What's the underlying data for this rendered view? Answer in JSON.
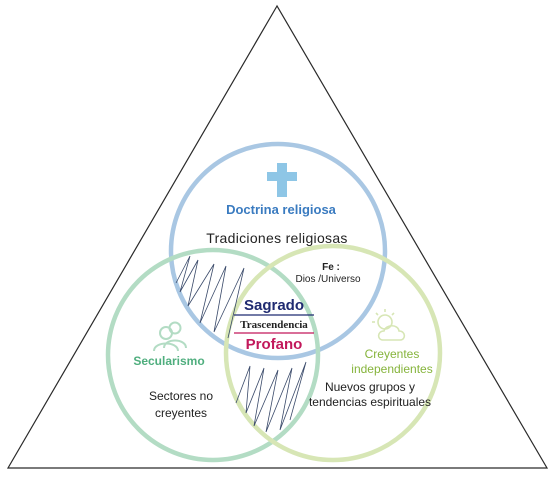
{
  "colors": {
    "triangle": "#2a2a2a",
    "religion_circle": "#a9c7e3",
    "secular_circle": "#b3dcc4",
    "believers_circle": "#d7e6b5",
    "religion_text": "#3a7bc0",
    "secular_text": "#4fae7e",
    "believers_text": "#86b43c",
    "sagrado": "#1f2a70",
    "profano": "#c2185b",
    "cross": "#8ec6e6",
    "zigzag": "#3a4a6a"
  },
  "icons": {
    "religion": "cross-icon",
    "secular": "people-icon",
    "believers": "sun-cloud-icon"
  },
  "religion": {
    "title": "Doctrina religiosa",
    "subtitle": "Tradiciones religiosas",
    "fe_label": "Fe :",
    "fe_value": "Dios /Universo"
  },
  "center": {
    "sagrado": "Sagrado",
    "trascendencia": "Trascendencia",
    "profano": "Profano"
  },
  "secular": {
    "title": "Secularismo",
    "description": "Sectores no creyentes"
  },
  "believers": {
    "title": "Creyentes independientes",
    "description": "Nuevos grupos y tendencias espirituales"
  }
}
